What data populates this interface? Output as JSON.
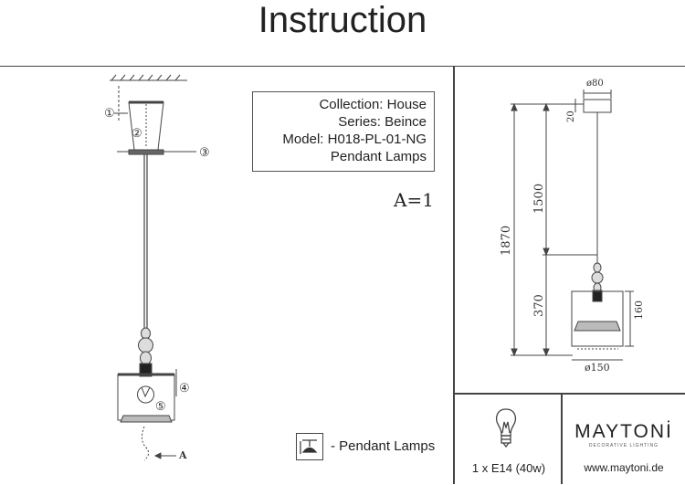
{
  "header": {
    "title": "Instruction"
  },
  "info": {
    "collection": "Collection:  House",
    "series": "Series: Beince",
    "model": "Model: H018-PL-01-NG",
    "type": "Pendant Lamps"
  },
  "quantity": "A=1",
  "callouts": [
    "①",
    "②",
    "③",
    "④",
    "⑤"
  ],
  "arrow_label": "A",
  "legend": {
    "label": "- Pendant Lamps"
  },
  "dimensions": {
    "canopy_diameter": "ø80",
    "canopy_height": "20",
    "cable_length": "1500",
    "total_height": "1870",
    "lamp_section": "370",
    "shade_height": "160",
    "shade_diameter": "ø150"
  },
  "bulb_spec": "1 x E14 (40w)",
  "brand": {
    "name": "MAYTONİ",
    "tagline": "DECORATIVE LIGHTING",
    "website": "www.maytoni.de"
  }
}
